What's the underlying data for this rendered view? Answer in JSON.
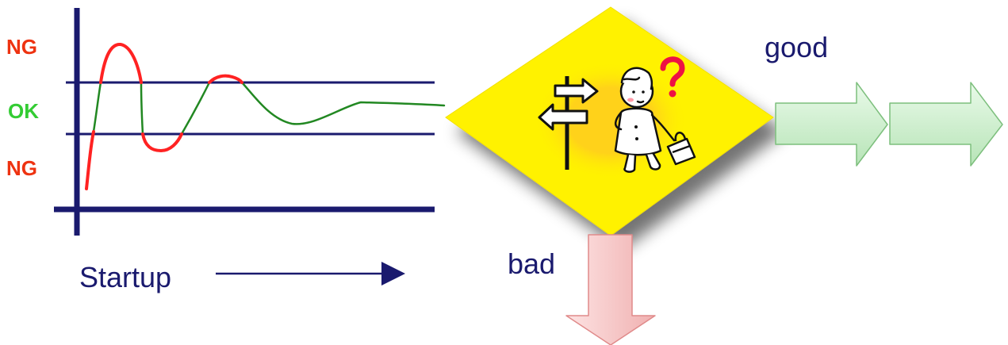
{
  "levels": {
    "ng_top": "NG",
    "ok": "OK",
    "ng_bottom": "NG"
  },
  "startup": "Startup",
  "good": "good",
  "bad": "bad",
  "colors": {
    "axis": "#1a1a6e",
    "ng_text": "#ee3311",
    "ok_text": "#33cc33",
    "curve_out_of_range": "#ff2222",
    "curve_in_range": "#228822",
    "diamond": "#fff200",
    "good_arrow": "#c8efc8",
    "bad_arrow": "#f7c6c6"
  },
  "icons": [
    "signpost-icon",
    "confused-person-icon",
    "question-mark-icon",
    "handbag-icon"
  ]
}
